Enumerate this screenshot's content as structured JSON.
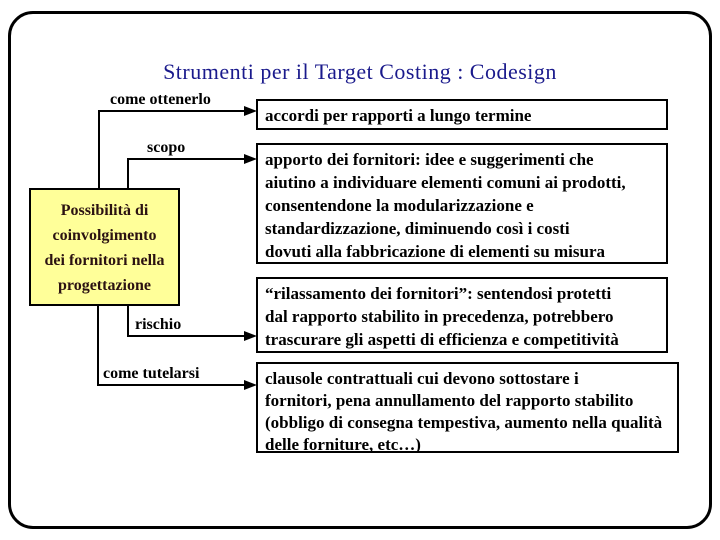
{
  "title": "Strumenti per il Target Costing : Codesign",
  "colors": {
    "title_text": "#1a1a8c",
    "center_box_fill": "#ffff99",
    "line_and_border": "#000000",
    "background": "#ffffff"
  },
  "center_box": {
    "lines": [
      "Possibilità di",
      "coinvolgimento",
      "dei fornitori nella",
      "progettazione"
    ]
  },
  "connectors": [
    {
      "label": "come ottenerlo"
    },
    {
      "label": "scopo"
    },
    {
      "label": "rischio"
    },
    {
      "label": "come tutelarsi"
    }
  ],
  "boxes": [
    {
      "lines": [
        "accordi per rapporti a lungo termine"
      ]
    },
    {
      "lines": [
        "apporto dei fornitori: idee e suggerimenti che",
        "aiutino a individuare elementi comuni ai prodotti,",
        "consentendone la modularizzazione e",
        "standardizzazione, diminuendo così i costi",
        "dovuti alla fabbricazione di elementi su misura"
      ]
    },
    {
      "lines": [
        "“rilassamento dei fornitori”: sentendosi protetti",
        "dal rapporto stabilito in precedenza, potrebbero",
        "trascurare gli aspetti di efficienza e competitività"
      ]
    },
    {
      "lines": [
        "clausole contrattuali cui devono sottostare i",
        "fornitori, pena annullamento del rapporto stabilito",
        "(obbligo di consegna tempestiva, aumento nella qualità",
        "delle forniture, etc…)"
      ]
    }
  ]
}
